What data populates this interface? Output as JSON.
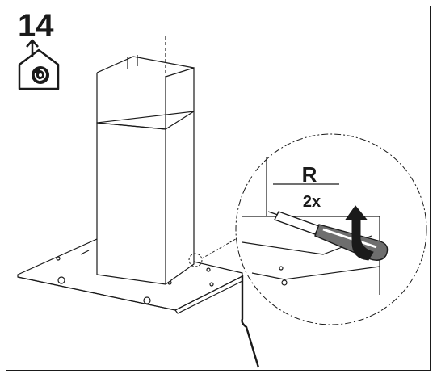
{
  "step": {
    "number": "14"
  },
  "mode_icon": {
    "name": "ducted-exhaust-icon"
  },
  "detail": {
    "screw_label": "R",
    "quantity": "2x"
  },
  "colors": {
    "line": "#1a1a1a",
    "panel": "#ffffff",
    "screwdriver": "#1a1a1a"
  }
}
